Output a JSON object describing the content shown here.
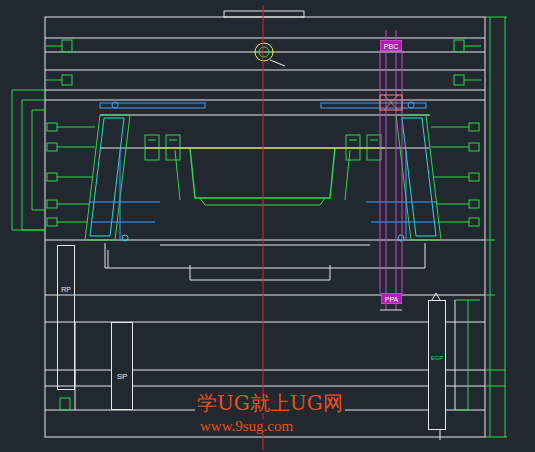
{
  "diagram": {
    "nodes": [
      {
        "text": [
          "PBC"
        ]
      },
      {
        "text": [
          "PPA"
        ]
      },
      {
        "text": [
          "RP"
        ]
      },
      {
        "text": [
          "SP"
        ]
      },
      {
        "text": [
          "EGP"
        ]
      }
    ],
    "labels": [
      "学UG就上UG网",
      "www.9sug.com"
    ]
  }
}
